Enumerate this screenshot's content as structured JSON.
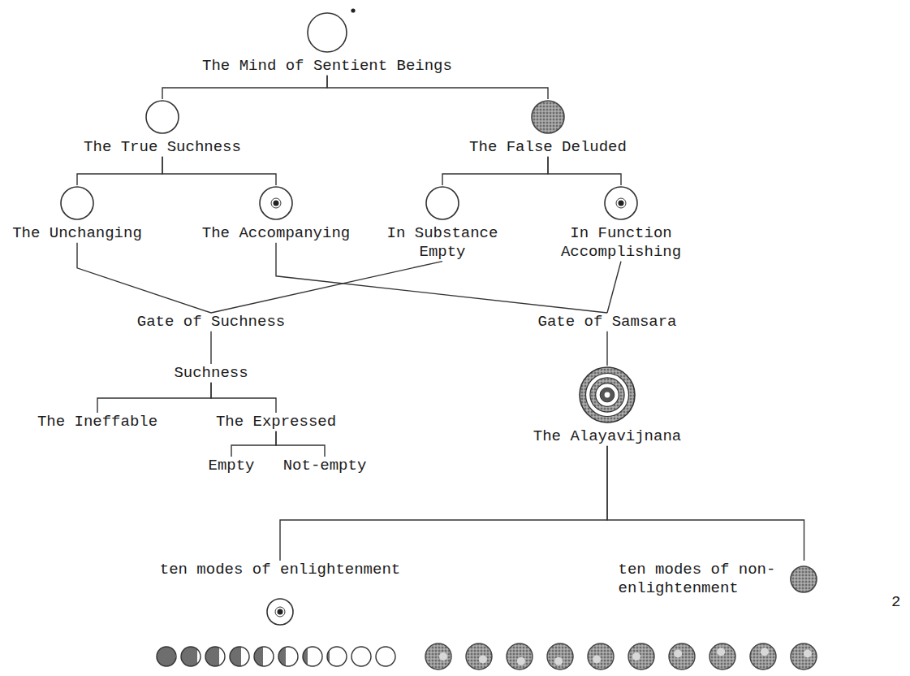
{
  "diagram": {
    "nodes": [
      {
        "text": [
          "The Mind of Sentient Beings"
        ]
      },
      {
        "text": [
          "The True Suchness"
        ]
      },
      {
        "text": [
          "The False Deluded"
        ]
      },
      {
        "text": [
          "The Unchanging"
        ]
      },
      {
        "text": [
          "The Accompanying"
        ]
      },
      {
        "text": [
          "In Substance Empty"
        ]
      },
      {
        "text": [
          "In Function Accomplishing"
        ]
      },
      {
        "text": [
          "Gate of Suchness"
        ]
      },
      {
        "text": [
          "Gate of Samsara"
        ]
      },
      {
        "text": [
          "Suchness"
        ]
      },
      {
        "text": [
          "The Ineffable"
        ]
      },
      {
        "text": [
          "The Expressed"
        ]
      },
      {
        "text": [
          "Empty"
        ]
      },
      {
        "text": [
          "Not-empty"
        ]
      },
      {
        "text": [
          "The Alayavijnana"
        ]
      },
      {
        "text": [
          "ten modes of enlightenment"
        ]
      },
      {
        "text": [
          "ten modes of non-enlightenment"
        ]
      }
    ],
    "edges": [
      {
        "from": 0,
        "to": 1,
        "arrow": "none"
      },
      {
        "from": 0,
        "to": 2,
        "arrow": "none"
      },
      {
        "from": 1,
        "to": 3,
        "arrow": "none"
      },
      {
        "from": 1,
        "to": 4,
        "arrow": "none"
      },
      {
        "from": 2,
        "to": 5,
        "arrow": "none"
      },
      {
        "from": 2,
        "to": 6,
        "arrow": "none"
      },
      {
        "from": 3,
        "to": 7,
        "arrow": "none"
      },
      {
        "from": 5,
        "to": 7,
        "arrow": "none"
      },
      {
        "from": 4,
        "to": 8,
        "arrow": "none"
      },
      {
        "from": 6,
        "to": 8,
        "arrow": "none"
      },
      {
        "from": 7,
        "to": 9,
        "arrow": "none"
      },
      {
        "from": 9,
        "to": 10,
        "arrow": "none"
      },
      {
        "from": 9,
        "to": 11,
        "arrow": "none"
      },
      {
        "from": 11,
        "to": 12,
        "arrow": "none"
      },
      {
        "from": 11,
        "to": 13,
        "arrow": "none"
      },
      {
        "from": 8,
        "to": 14,
        "arrow": "none"
      },
      {
        "from": 14,
        "to": 15,
        "arrow": "none"
      },
      {
        "from": 14,
        "to": 16,
        "arrow": "none"
      }
    ],
    "labels": [
      "2"
    ]
  }
}
